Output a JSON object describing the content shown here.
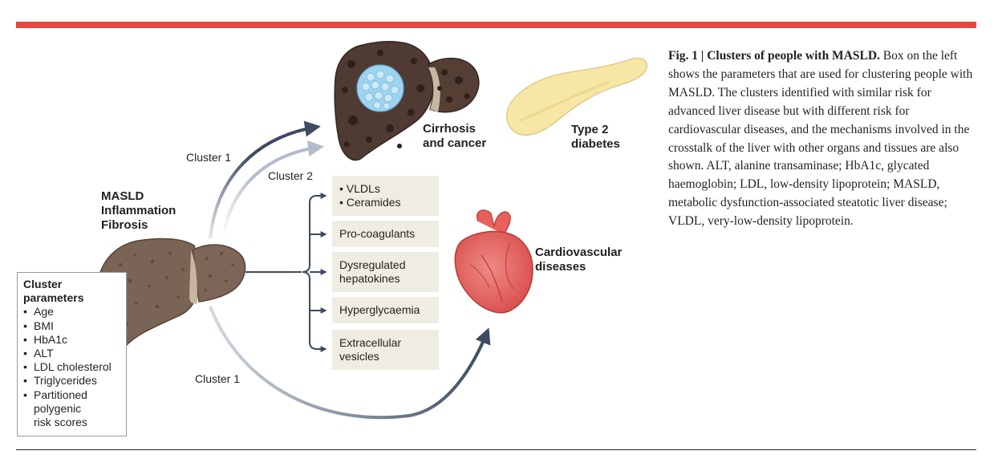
{
  "figure_label": "Fig. 1 |",
  "caption_title": "Clusters of people with MASLD.",
  "caption_body": " Box on the left shows the parameters that are used for clustering people with MASLD. The clusters identified with similar risk for advanced liver disease but with different risk for cardiovascular diseases, and the mechanisms involved in the crosstalk of the liver with other organs and tissues are also shown. ALT, alanine transaminase; HbA1c, glycated haemoglobin; LDL, low-density lipoprotein; MASLD, metabolic dysfunction-associated steatotic liver disease; VLDL, very-low-density lipoprotein.",
  "masld_label": [
    "MASLD",
    "Inflammation",
    "Fibrosis"
  ],
  "cluster_parameters": {
    "title": "Cluster\nparameters",
    "items": [
      "Age",
      "BMI",
      "HbA1c",
      "ALT",
      "LDL cholesterol",
      "Triglycerides",
      "Partitioned\npolygenic\nrisk scores"
    ]
  },
  "arrow_labels": {
    "cluster1_top": "Cluster 1",
    "cluster2": "Cluster 2",
    "cluster1_bottom": "Cluster 1"
  },
  "outcomes": {
    "cirrhosis": [
      "Cirrhosis",
      "and cancer"
    ],
    "diabetes": [
      "Type 2",
      "diabetes"
    ],
    "cardiovascular": [
      "Cardiovascular",
      "diseases"
    ]
  },
  "mechanisms": {
    "lipids": [
      "VLDLs",
      "Ceramides"
    ],
    "procoagulants": "Pro-coagulants",
    "hepatokines": [
      "Dysregulated",
      "hepatokines"
    ],
    "hyperglycaemia": "Hyperglycaemia",
    "vesicles": [
      "Extracellular",
      "vesicles"
    ]
  },
  "colors": {
    "accent_bar": "#e8473f",
    "dark_arrow": "#3d4a60",
    "light_arrow": "#b3bccb",
    "box_fill": "#efede2",
    "liver": "#7a6455",
    "diseased_liver": "#4f3b33",
    "tumour": "#9fd4ef",
    "pancreas": "#f6e7a6",
    "heart": "#e7605c"
  }
}
